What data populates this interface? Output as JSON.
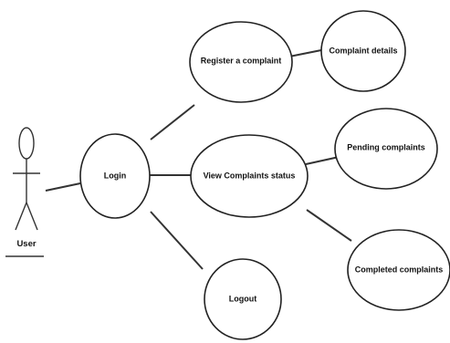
{
  "actor": {
    "name": "User"
  },
  "use_cases": {
    "login": "Login",
    "register": "Register a complaint",
    "details": "Complaint details",
    "view_status": "View Complaints status",
    "pending": "Pending complaints",
    "completed": "Completed complaints",
    "logout": "Logout"
  },
  "colors": {
    "line": "#333333",
    "border": "#222222",
    "background": "#ffffff"
  }
}
